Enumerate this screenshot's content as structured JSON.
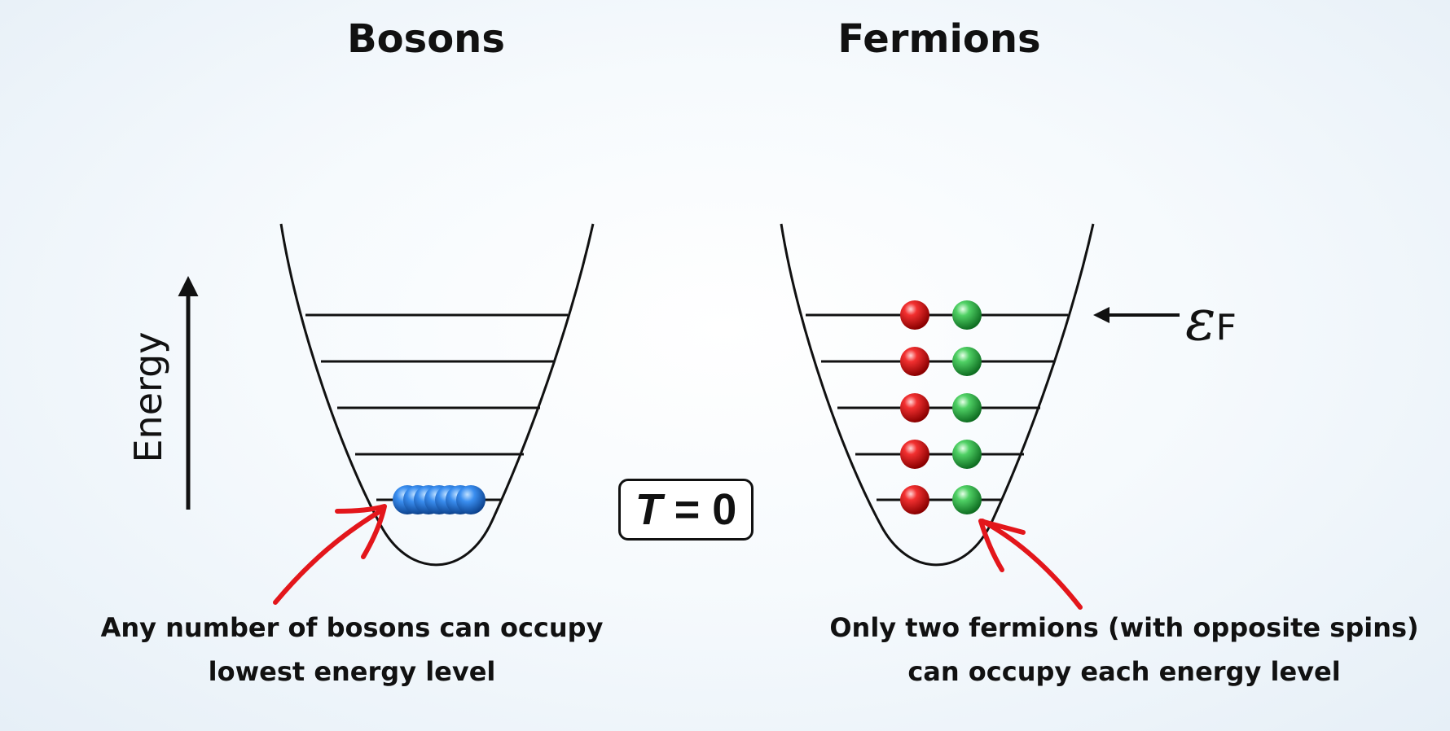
{
  "titles": {
    "bosons": "Bosons",
    "fermions": "Fermions"
  },
  "axis": {
    "energy_label": "Energy"
  },
  "temperature": {
    "var": "T",
    "rest": " = 0"
  },
  "fermi_level": {
    "symbol": "ε",
    "subscript": "F"
  },
  "captions": {
    "bosons": {
      "line1": "Any number of bosons can occupy",
      "line2": "lowest energy level"
    },
    "fermions": {
      "line1": "Only two fermions (with opposite spins)",
      "line2": "can occupy each energy level"
    }
  },
  "wells": {
    "levels_per_well": 5,
    "bosons_in_ground_level": 7,
    "fermions_per_level": 2
  },
  "colors": {
    "boson": "#1e6fd0",
    "fermion_spin_up": "#e01818",
    "fermion_spin_down": "#2fb84a",
    "pointer_arrow": "#e3161b",
    "line": "#111111"
  }
}
